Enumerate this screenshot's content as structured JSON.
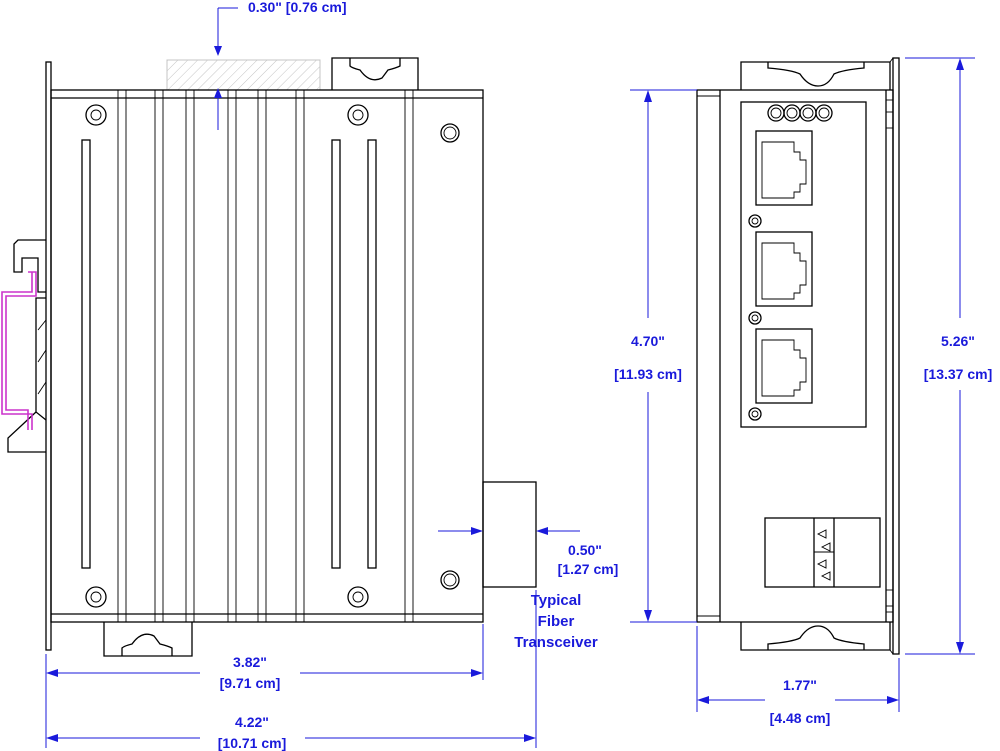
{
  "top_clearance": {
    "inches": "0.30\"",
    "cm": "[0.76 cm]"
  },
  "front_width": {
    "inches": "3.82\"",
    "cm": "[9.71 cm]"
  },
  "overall_width": {
    "inches": "4.22\"",
    "cm": "[10.71 cm]"
  },
  "transceiver_projection": {
    "inches": "0.50\"",
    "cm": "[1.27 cm]"
  },
  "transceiver_label": [
    "Typical",
    "Fiber",
    "Transceiver"
  ],
  "body_height": {
    "inches": "4.70\"",
    "cm": "[11.93 cm]"
  },
  "overall_height": {
    "inches": "5.26\"",
    "cm": "[13.37 cm]"
  },
  "side_depth": {
    "inches": "1.77\"",
    "cm": "[4.48 cm]"
  },
  "colors": {
    "dimension": "#1a1adb",
    "line": "#000000",
    "din_clip": "#cc33cc",
    "clearance_hatch": "#bbbbbb"
  }
}
